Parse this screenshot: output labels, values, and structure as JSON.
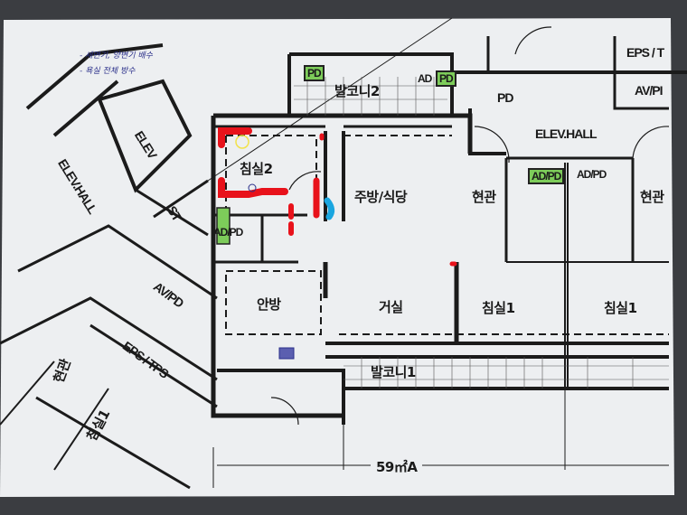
{
  "notes": [
    "- 세면기, 양변기 배수",
    "- 욕실 전체 방수"
  ],
  "rooms": {
    "balcony2": "발코니2",
    "bedroom2": "침실2",
    "kitchen_dining": "주방/식당",
    "master_bedroom": "안방",
    "living_room": "거실",
    "balcony1": "발코니1",
    "bedroom1_a": "침실1",
    "bedroom1_b": "침실1",
    "bedroom1_left": "침실1",
    "entrance_a": "현관",
    "entrance_b": "현관",
    "entrance_left": "현관"
  },
  "shafts": {
    "pd_top_left": "PD",
    "ad_top": "AD",
    "pd_top_right": "PD",
    "pd_right": "PD",
    "ad_pd_bath": "AD/PD",
    "ad_pd_right_a": "AD/PD",
    "ad_pd_right_b": "AD/PD",
    "eps_t": "EPS / T",
    "av_pi": "AV/PI",
    "av_pd_left": "AV/PD",
    "eps_tps_left": "EPS / TPS"
  },
  "core": {
    "elev_hall_right": "ELEV.HALL",
    "elev_hall_left": "ELEV.HALL",
    "elev": "ELEV",
    "stair": "ST"
  },
  "unit_type": "59㎡A",
  "colors": {
    "marker_red": "#e8121b",
    "marker_blue": "#1aa6e0",
    "shaft_green": "#7dcc5a",
    "marker_yellow": "#f2e24a"
  }
}
